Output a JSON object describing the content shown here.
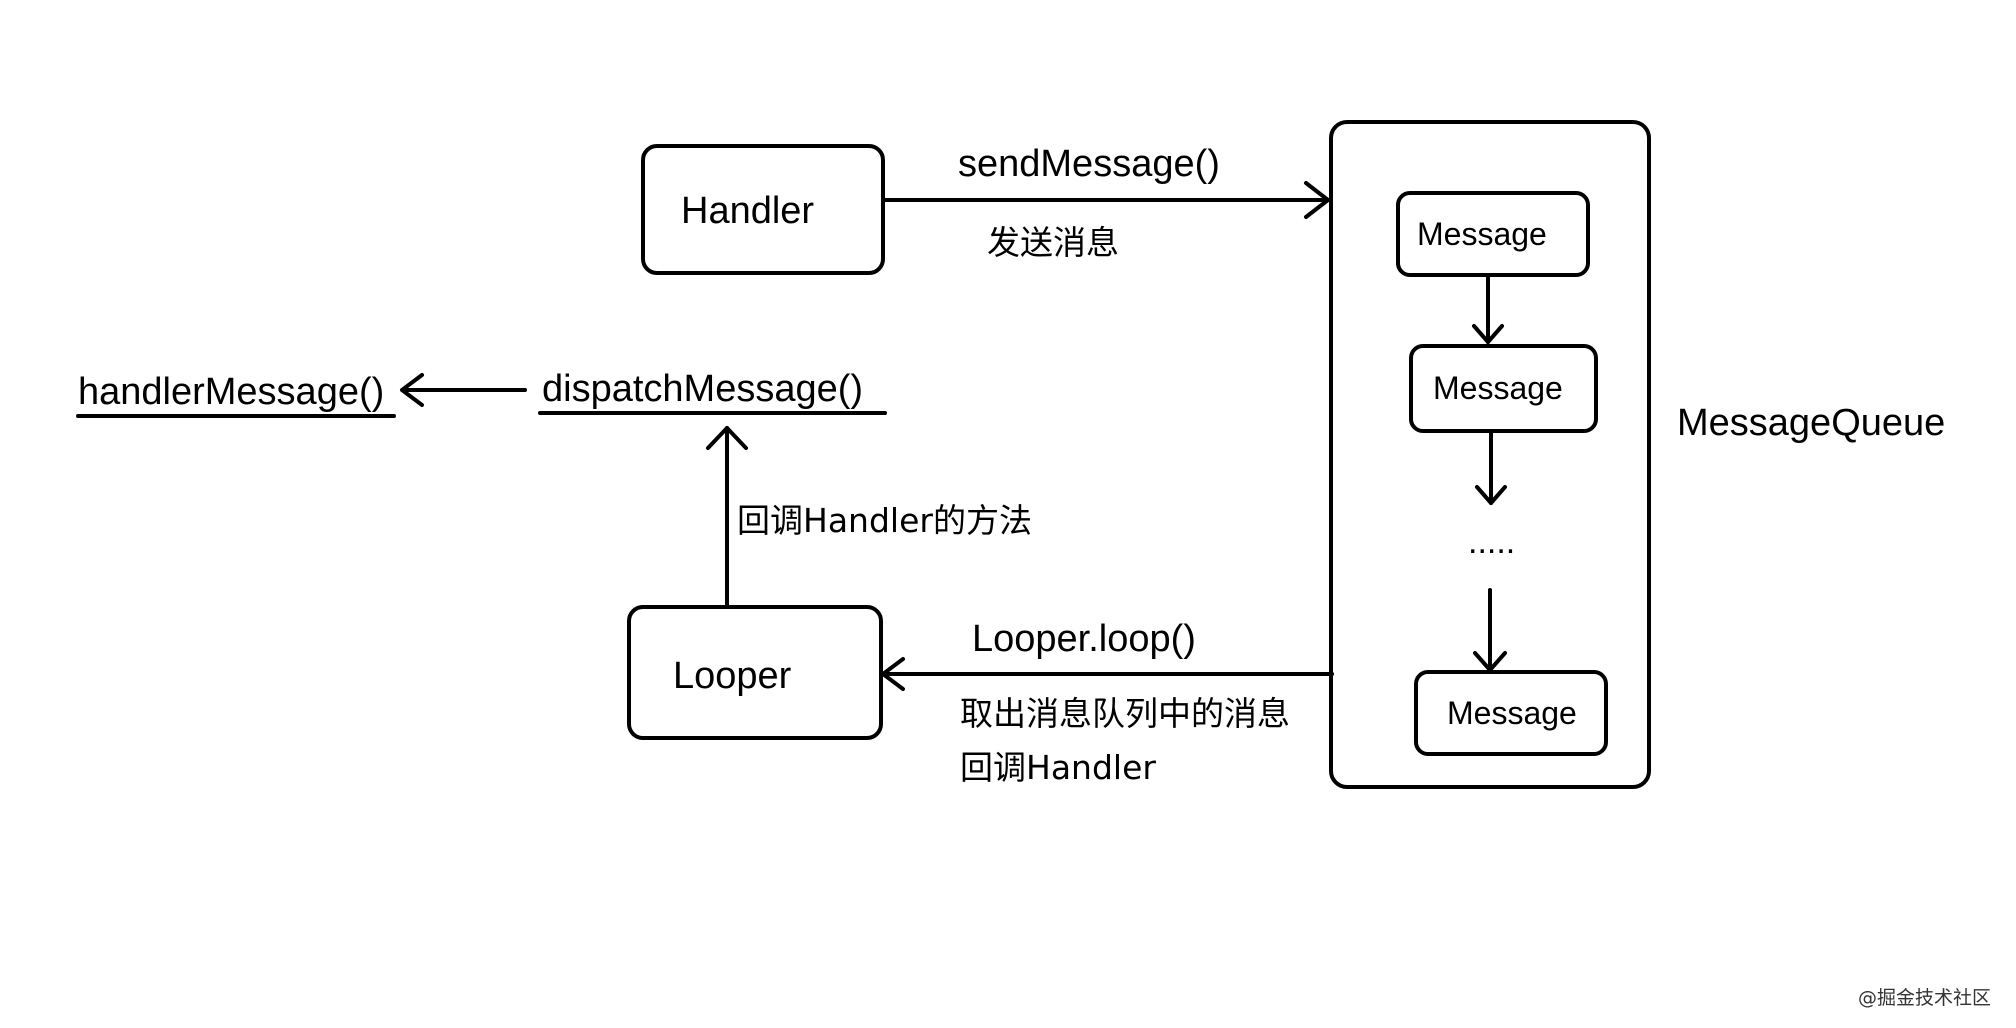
{
  "nodes": {
    "handler": "Handler",
    "looper": "Looper",
    "dispatch": "dispatchMessage()",
    "handler_message": "handlerMessage()",
    "queue_label": "MessageQueue",
    "messages": [
      "Message",
      "Message",
      "Message"
    ],
    "ellipsis": "....."
  },
  "edges": {
    "send_method": "sendMessage()",
    "send_desc": "发送消息",
    "loop_method": "Looper.loop()",
    "loop_desc_line1": "取出消息队列中的消息",
    "loop_desc_line2": "回调Handler",
    "callback_desc": "回调Handler的方法"
  },
  "watermark": "@掘金技术社区"
}
